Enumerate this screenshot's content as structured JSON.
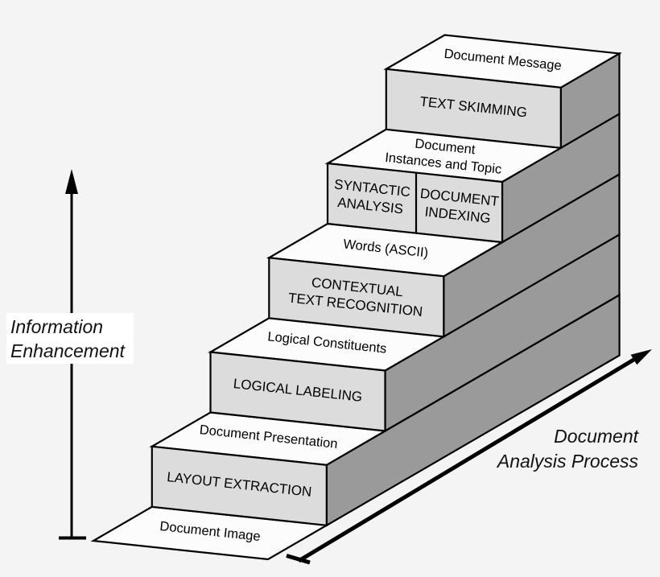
{
  "colors": {
    "background": "#f4f4f4",
    "tread_face": "#fcfcfc",
    "riser_face": "#dcdcdc",
    "side_wall": "#9a9a9a",
    "outline": "#000000",
    "label_box": "#ffffff"
  },
  "axis_left": {
    "line1": "Information",
    "line2": "Enhancement"
  },
  "axis_bottom": {
    "line1": "Document",
    "line2": "Analysis Process"
  },
  "steps": [
    {
      "tread": "Document Image"
    },
    {
      "riser": "LAYOUT EXTRACTION",
      "tread": "Document Presentation"
    },
    {
      "riser": "LOGICAL LABELING",
      "tread": "Logical Constituents"
    },
    {
      "riser1": "CONTEXTUAL",
      "riser2": "TEXT RECOGNITION",
      "tread": "Words (ASCII)"
    },
    {
      "riser_left1": "SYNTACTIC",
      "riser_left2": "ANALYSIS",
      "riser_right1": "DOCUMENT",
      "riser_right2": "INDEXING",
      "tread1": "Document",
      "tread2": "Instances and Topic"
    },
    {
      "riser": "TEXT SKIMMING",
      "tread": "Document Message"
    }
  ]
}
